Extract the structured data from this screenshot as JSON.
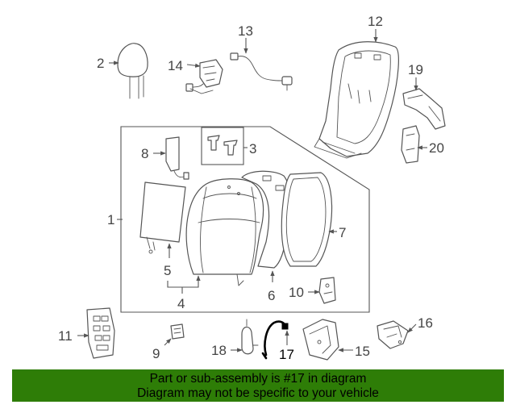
{
  "callouts": {
    "c1": "1",
    "c2": "2",
    "c3": "3",
    "c4": "4",
    "c5": "5",
    "c6": "6",
    "c7": "7",
    "c8": "8",
    "c9": "9",
    "c10": "10",
    "c11": "11",
    "c12": "12",
    "c13": "13",
    "c14": "14",
    "c15": "15",
    "c16": "16",
    "c17": "17",
    "c18": "18",
    "c19": "19",
    "c20": "20"
  },
  "highlighted_part": "17",
  "footer": {
    "line1": "Part or sub-assembly is #17 in diagram",
    "line2": "Diagram may not be specific to your vehicle",
    "background_color": "#2e7d07"
  }
}
